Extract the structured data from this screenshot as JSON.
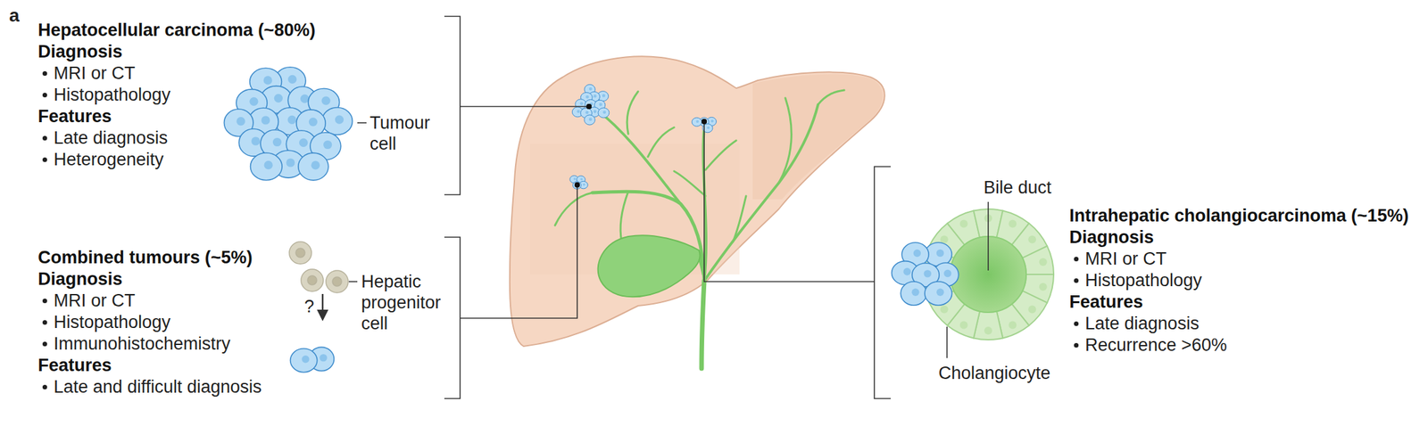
{
  "diagram": {
    "nodes": [
      {
        "text": [
          "Hepatocellular carcinoma (~80%)",
          "Diagnosis",
          "MRI or CT",
          "Histopathology",
          "Features",
          "Late diagnosis",
          "Heterogeneity"
        ]
      },
      {
        "text": [
          "Combined tumours (~5%)",
          "Diagnosis",
          "MRI or CT",
          "Histopathology",
          "Immunohistochemistry",
          "Features",
          "Late and difficult diagnosis"
        ]
      },
      {
        "text": [
          "Intrahepatic cholangiocarcinoma (~15%)",
          "Diagnosis",
          "MRI or CT",
          "Histopathology",
          "Features",
          "Late diagnosis",
          "Recurrence >60%"
        ]
      }
    ],
    "labels": [
      "a",
      "Tumour cell",
      "?",
      "Hepatic progenitor cell",
      "Bile duct",
      "Cholangiocyte"
    ]
  }
}
